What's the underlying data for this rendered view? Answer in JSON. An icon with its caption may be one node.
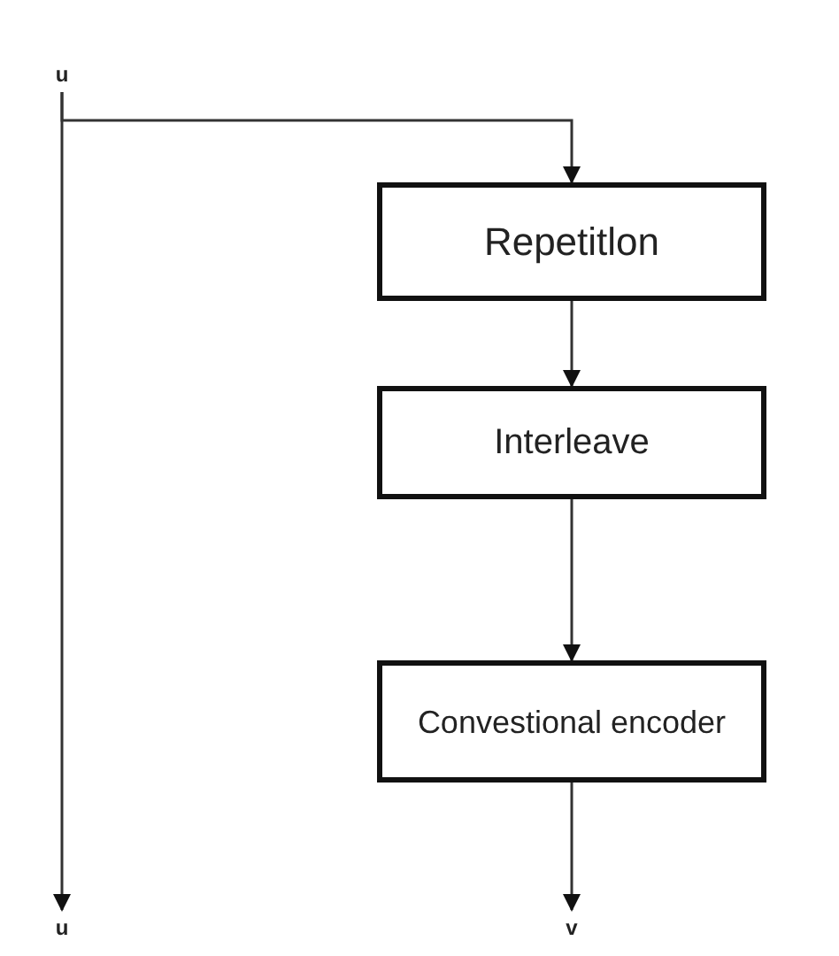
{
  "diagram": {
    "nodes": [
      {
        "text": [
          "u"
        ]
      },
      {
        "text": [
          "Repetitlon"
        ]
      },
      {
        "text": [
          "Interleave"
        ]
      },
      {
        "text": [
          "Convestional encoder"
        ]
      },
      {
        "text": [
          "u"
        ]
      },
      {
        "text": [
          "v"
        ]
      }
    ],
    "edges": [
      {
        "from": 0,
        "to": 1,
        "arrow": "to"
      },
      {
        "from": 0,
        "to": 4,
        "arrow": "to"
      },
      {
        "from": 1,
        "to": 2,
        "arrow": "to"
      },
      {
        "from": 2,
        "to": 3,
        "arrow": "to"
      },
      {
        "from": 3,
        "to": 5,
        "arrow": "to"
      }
    ]
  }
}
